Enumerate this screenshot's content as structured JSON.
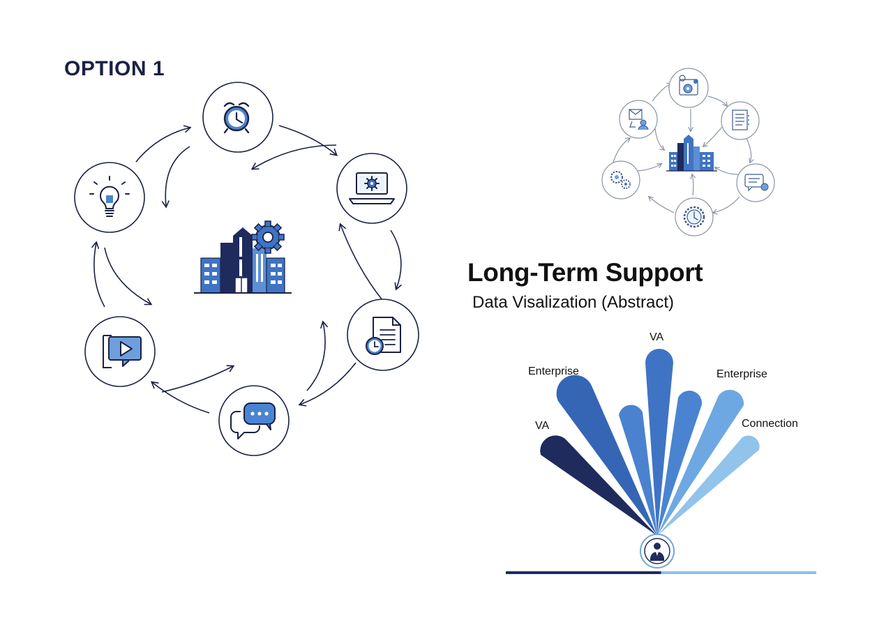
{
  "option_title": "OPTION 1",
  "support_title": "Long-Term Support",
  "support_subtitle": "Data Visalization (Abstract)",
  "fan_labels": [
    "VA",
    "Enterprise",
    "VA",
    "Enterprise",
    "Connection"
  ],
  "colors": {
    "navy": "#1f2b5c",
    "blue": "#3f74c4",
    "light_blue": "#8ec0e8",
    "ink": "#1a2145"
  },
  "cycle_icons": [
    "alarm-clock-icon",
    "laptop-gear-icon",
    "document-clock-icon",
    "chat-bubbles-icon",
    "video-play-icon",
    "lightbulb-icon"
  ],
  "center_icon": "office-building-gear-icon",
  "small_cycle_icons": [
    "gear-board-icon",
    "checklist-document-icon",
    "chat-pin-icon",
    "clock-gear-icon",
    "gear-cluster-icon",
    "network-person-icon"
  ],
  "fan_base_icon": "person-icon"
}
